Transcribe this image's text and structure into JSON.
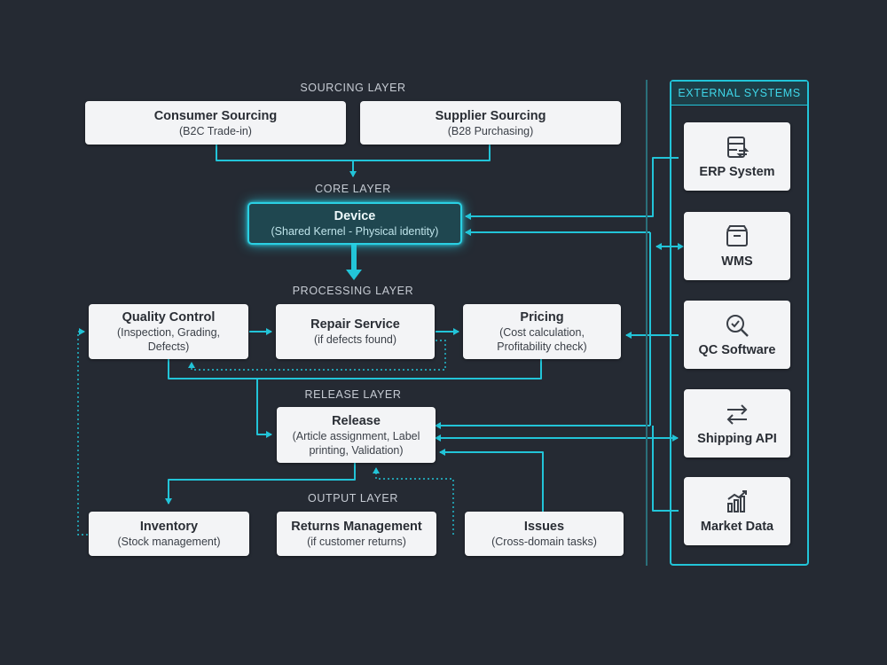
{
  "layers": {
    "sourcing": "SOURCING LAYER",
    "core": "CORE LAYER",
    "processing": "PROCESSING LAYER",
    "release": "RELEASE LAYER",
    "output": "OUTPUT LAYER"
  },
  "nodes": {
    "consumer_sourcing": {
      "title": "Consumer Sourcing",
      "subtitle": "(B2C Trade-in)"
    },
    "supplier_sourcing": {
      "title": "Supplier Sourcing",
      "subtitle": "(B28 Purchasing)"
    },
    "device": {
      "title": "Device",
      "subtitle": "(Shared Kernel - Physical identity)"
    },
    "quality_control": {
      "title": "Quality Control",
      "subtitle": "(Inspection, Grading, Defects)"
    },
    "repair_service": {
      "title": "Repair Service",
      "subtitle": "(if defects found)"
    },
    "pricing": {
      "title": "Pricing",
      "subtitle": "(Cost calculation, Profitability check)"
    },
    "release": {
      "title": "Release",
      "subtitle": "(Article assignment, Label printing, Validation)"
    },
    "inventory": {
      "title": "Inventory",
      "subtitle": "(Stock management)"
    },
    "returns_management": {
      "title": "Returns Management",
      "subtitle": "(if customer returns)"
    },
    "issues": {
      "title": "Issues",
      "subtitle": "(Cross-domain tasks)"
    }
  },
  "external": {
    "header": "EXTERNAL SYSTEMS",
    "items": [
      {
        "title": "ERP System",
        "icon": "erp-icon"
      },
      {
        "title": "WMS",
        "icon": "box-icon"
      },
      {
        "title": "QC Software",
        "icon": "check-search-icon"
      },
      {
        "title": "Shipping API",
        "icon": "swap-arrows-icon"
      },
      {
        "title": "Market Data",
        "icon": "bar-chart-icon"
      }
    ]
  },
  "colors": {
    "background": "#252a33",
    "accent": "#22c4d8",
    "node": "#f3f4f6",
    "text": "#2a2e35"
  }
}
